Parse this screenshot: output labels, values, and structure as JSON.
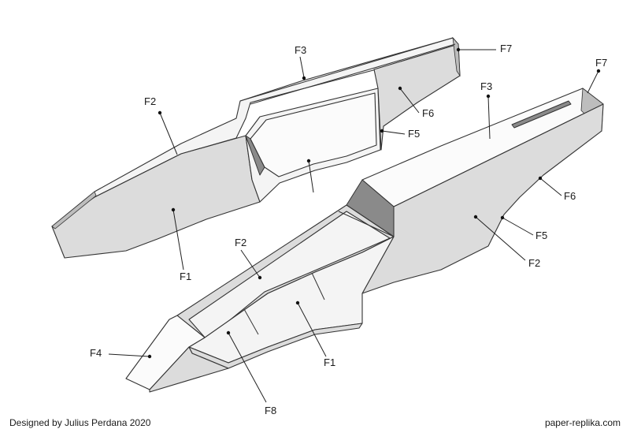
{
  "labels": {
    "upper_f3": "F3",
    "upper_f7": "F7",
    "upper_f2": "F2",
    "upper_f6": "F6",
    "upper_f5": "F5",
    "upper_f1": "F1",
    "lower_f7": "F7",
    "lower_f3": "F3",
    "lower_f6": "F6",
    "lower_f5": "F5",
    "lower_f2_right": "F2",
    "lower_f2_inner": "F2",
    "lower_f1": "F1",
    "lower_f4": "F4",
    "lower_f8": "F8"
  },
  "footer": {
    "credit": "Designed by Julius Perdana 2020",
    "site": "paper-replika.com"
  }
}
